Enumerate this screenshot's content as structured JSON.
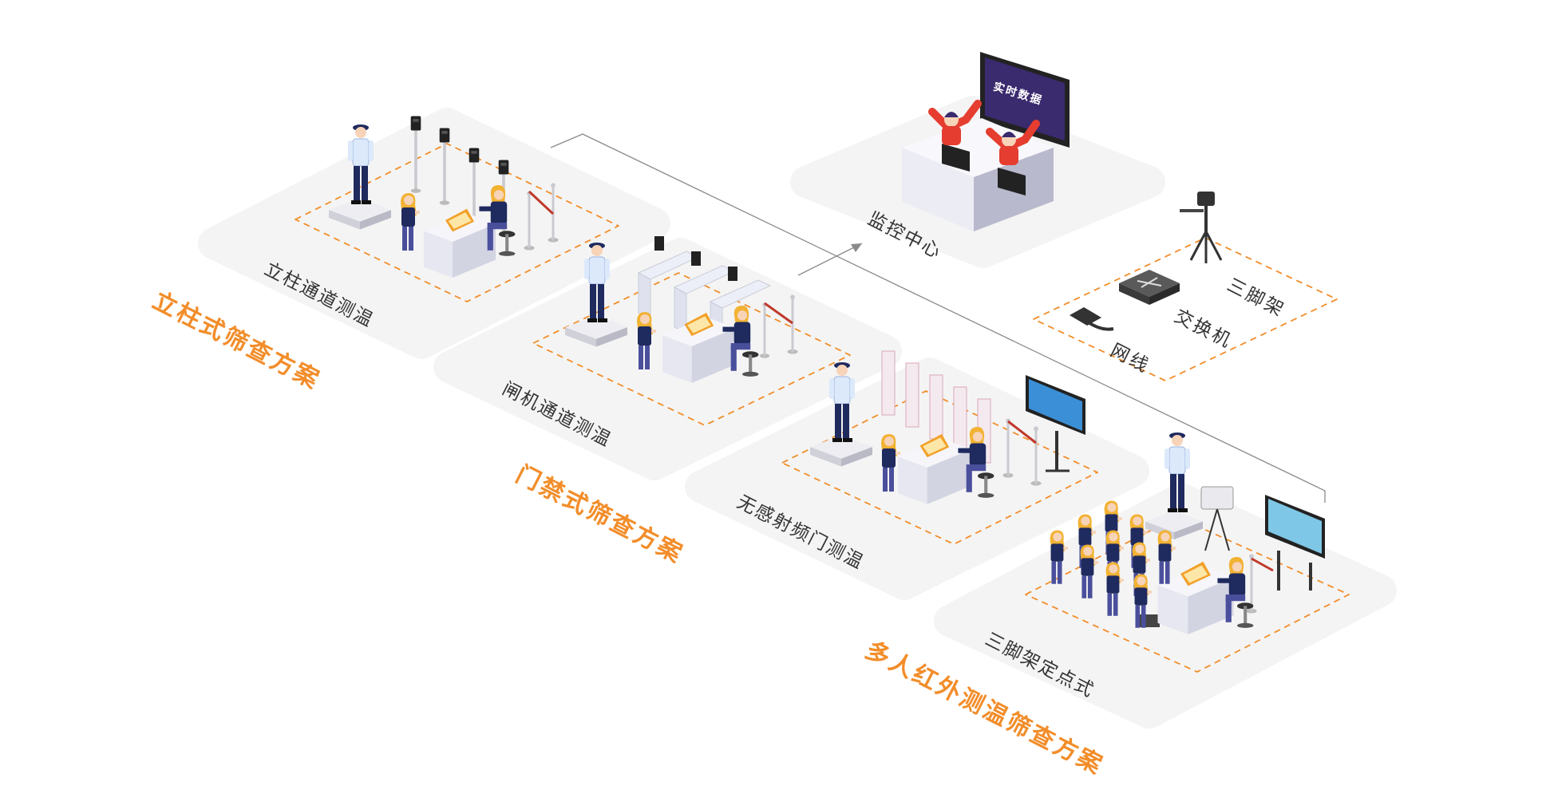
{
  "zones": {
    "pillar": {
      "label": "立柱通道测温"
    },
    "gate": {
      "label": "闸机通道测温"
    },
    "rfid": {
      "label": "无感射频门测温"
    },
    "tripod": {
      "label": "三脚架定点式"
    },
    "monitor": {
      "label": "监控中心"
    },
    "equipment": {
      "items": [
        "三脚架",
        "交换机",
        "网线"
      ]
    }
  },
  "schemes": {
    "pillar": "立柱式筛查方案",
    "gate": "门禁式筛查方案",
    "multi": "多人红外测温筛查方案"
  },
  "monitor_screen": "实时数据",
  "colors": {
    "accent": "#f28d2a",
    "platform": "#f4f4f4",
    "uniform": "#1f2a5e",
    "hair": "#f2b233",
    "screen": "#3a2a6e"
  }
}
